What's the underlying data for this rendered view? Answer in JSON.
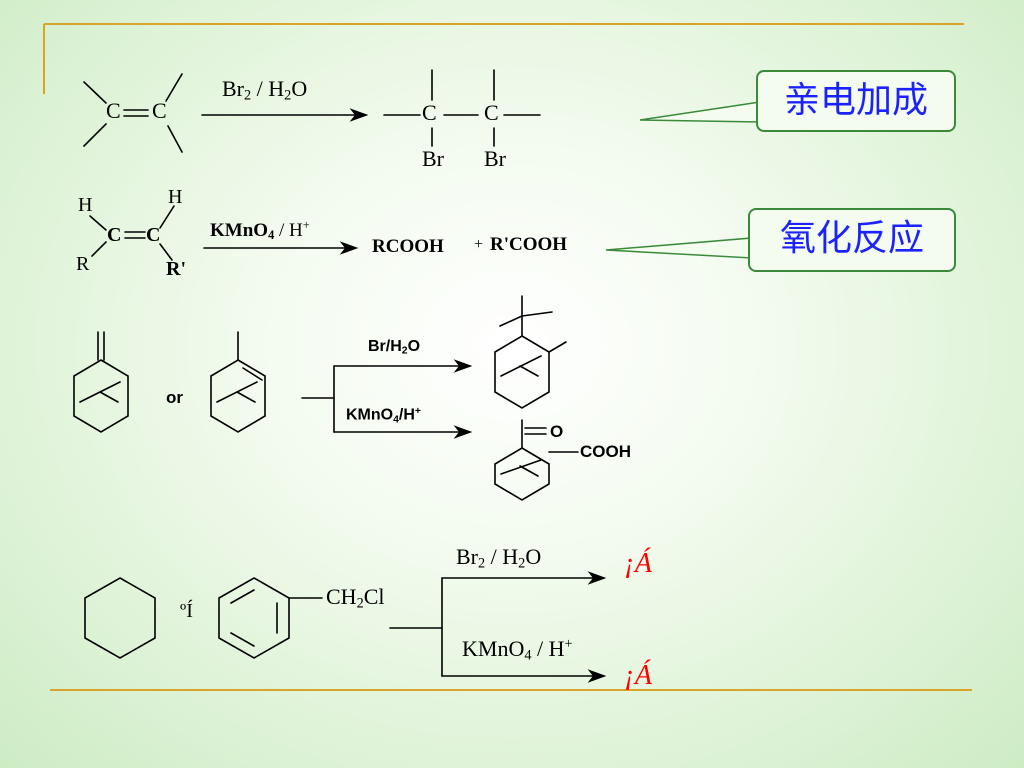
{
  "row1": {
    "reagent_a": "Br",
    "reagent_a_sub": "2",
    "reagent_sep": " / H",
    "reagent_b_sub": "2",
    "reagent_tail": "O",
    "reactant_c1": "C",
    "reactant_c2": "C",
    "product_c1": "C",
    "product_c2": "C",
    "product_br1": "Br",
    "product_br2": "Br",
    "label": "亲电加成"
  },
  "row2": {
    "h1": "H",
    "h2": "H",
    "c1": "C",
    "c2": "C",
    "r1": "R",
    "r2": "R'",
    "reagent_main": "KMnO",
    "reagent_sub": "4",
    "reagent_sep": " / H",
    "reagent_sup": "+",
    "product_1": "RCOOH",
    "plus": "+",
    "product_2": "R'COOH",
    "label": "氧化反应"
  },
  "row3": {
    "or_text": "or",
    "reagent_top_main": "Br/H",
    "reagent_top_sub": "2",
    "reagent_top_tail": "O",
    "reagent_bottom_main": "KMnO",
    "reagent_bottom_sub": "4",
    "reagent_bottom_sep": "/H",
    "reagent_bottom_sup": "+",
    "product_o": "O",
    "product_cooh": "COOH"
  },
  "row4": {
    "conj": "ºÍ",
    "substituent_main": "CH",
    "substituent_sub": "2",
    "substituent_tail": "Cl",
    "reagent_top_main": "Br",
    "reagent_top_sub": "2",
    "reagent_top_sep": " / H",
    "reagent_top_sub2": "2",
    "reagent_top_tail": "O",
    "reagent_bottom_main": "KMnO",
    "reagent_bottom_sub": "4",
    "reagent_bottom_sep": " / H",
    "reagent_bottom_sup": "+",
    "result_top": "¡Á",
    "result_bottom": "¡Á"
  },
  "colors": {
    "frame_line": "#d8a42a",
    "callout_border": "#3a8a3a",
    "callout_text": "#1b22ff",
    "result_mark": "#ff0000"
  }
}
